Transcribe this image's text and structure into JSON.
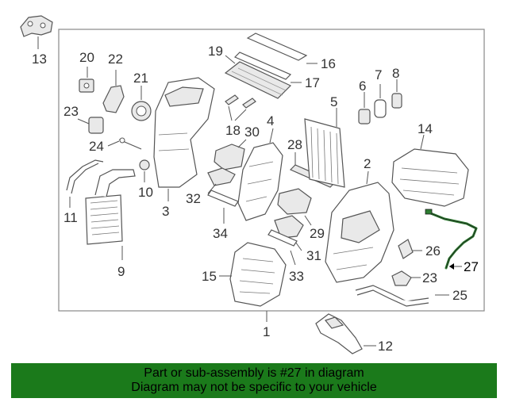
{
  "labels": {
    "l1": "1",
    "l2": "2",
    "l3": "3",
    "l4": "4",
    "l5": "5",
    "l6": "6",
    "l7": "7",
    "l8": "8",
    "l9": "9",
    "l10": "10",
    "l11": "11",
    "l12": "12",
    "l13": "13",
    "l14": "14",
    "l15": "15",
    "l16": "16",
    "l17": "17",
    "l18": "18",
    "l19": "19",
    "l20": "20",
    "l21": "21",
    "l22": "22",
    "l23a": "23",
    "l23b": "23",
    "l24": "24",
    "l25": "25",
    "l26": "26",
    "l27": "27",
    "l28": "28",
    "l29": "29",
    "l30": "30",
    "l31": "31",
    "l32": "32",
    "l33": "33",
    "l34": "34"
  },
  "highlight": {
    "part": "27",
    "color": "#2e7d32"
  },
  "banner": {
    "line1": "Part or sub-assembly is #27 in diagram",
    "line2": "Diagram may not be specific to your vehicle",
    "color": "#1b7a1b"
  }
}
